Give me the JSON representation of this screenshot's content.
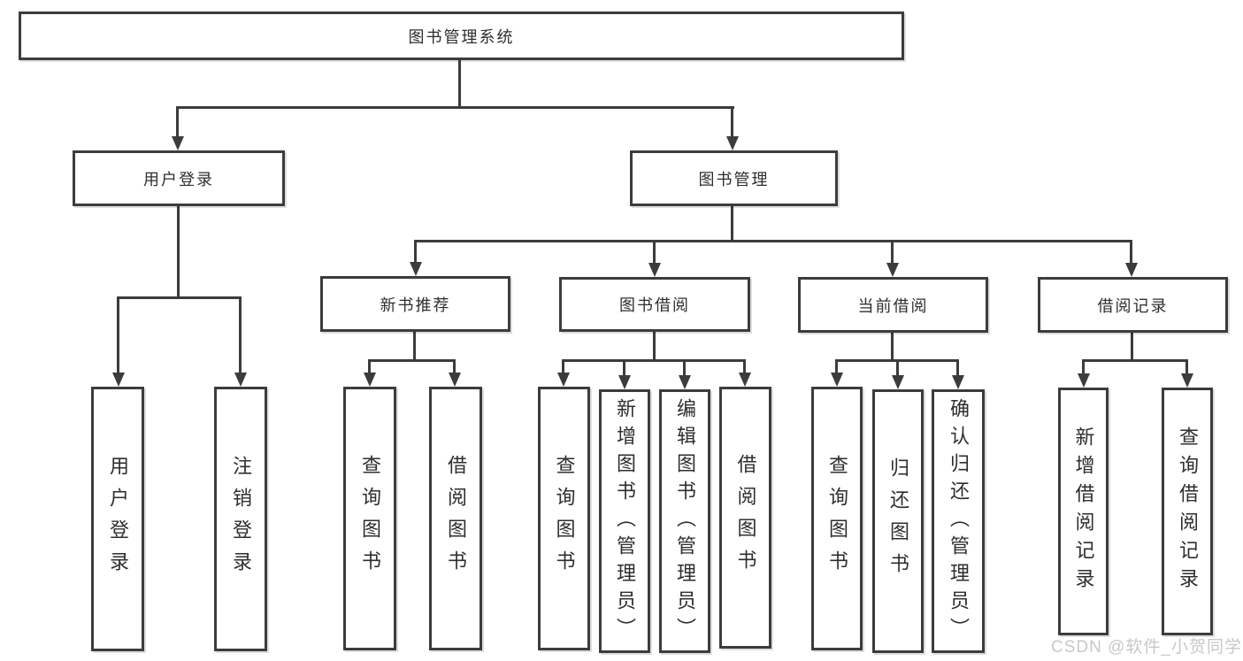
{
  "diagram": {
    "root": {
      "label": "图书管理系统"
    },
    "login": {
      "label": "用户登录",
      "children": [
        "用户登录",
        "注销登录"
      ]
    },
    "management": {
      "label": "图书管理",
      "new_recommend": {
        "label": "新书推荐",
        "children": [
          "查询图书",
          "借阅图书"
        ]
      },
      "book_borrow": {
        "label": "图书借阅",
        "children": [
          "查询图书",
          "新增图书（管理员）",
          "编辑图书（管理员）",
          "借阅图书"
        ]
      },
      "current_borrow": {
        "label": "当前借阅",
        "children": [
          "查询图书",
          "归还图书",
          "确认归还（管理员）"
        ]
      },
      "borrow_record": {
        "label": "借阅记录",
        "children": [
          "新增借阅记录",
          "查询借阅记录"
        ]
      }
    }
  },
  "watermark": "CSDN @软件_小贺同学",
  "colors": {
    "line": "#3c3c3c",
    "text": "#2e2e2e",
    "watermark": "#c8c8c8",
    "background": "#ffffff"
  }
}
